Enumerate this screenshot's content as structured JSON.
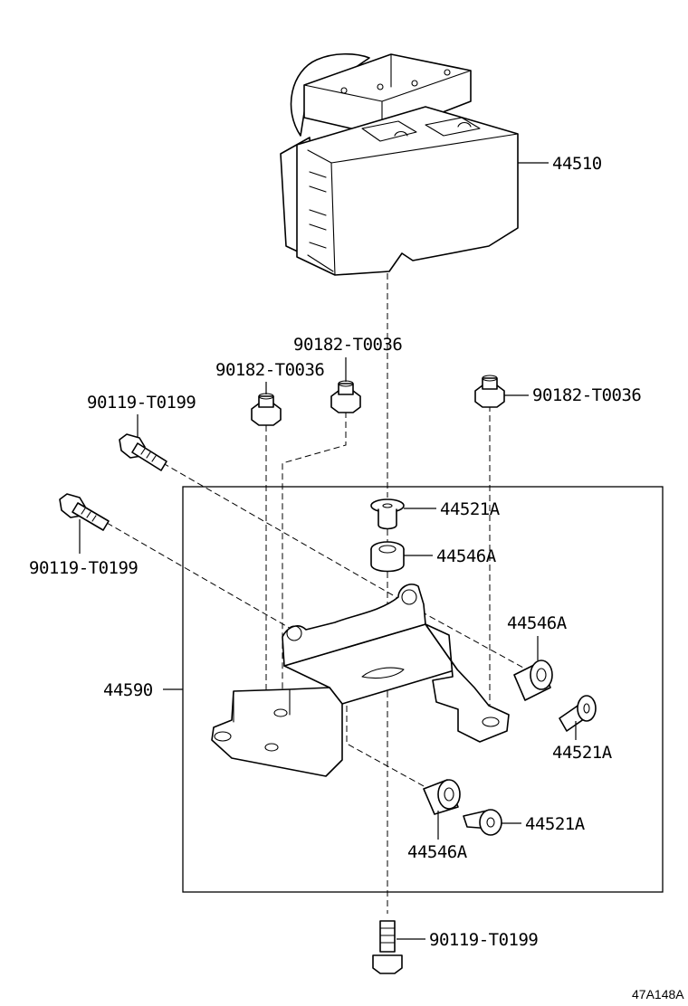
{
  "parts": [
    {
      "id": "abs-actuator",
      "number": "44510"
    },
    {
      "id": "nut-a",
      "number": "90182-T0036"
    },
    {
      "id": "nut-b",
      "number": "90182-T0036"
    },
    {
      "id": "nut-c",
      "number": "90182-T0036"
    },
    {
      "id": "bolt-a",
      "number": "90119-T0199"
    },
    {
      "id": "bolt-b",
      "number": "90119-T0199"
    },
    {
      "id": "bolt-c",
      "number": "90119-T0199"
    },
    {
      "id": "collar-a",
      "number": "44521A"
    },
    {
      "id": "collar-b",
      "number": "44521A"
    },
    {
      "id": "collar-c",
      "number": "44521A"
    },
    {
      "id": "cushion-a",
      "number": "44546A"
    },
    {
      "id": "cushion-b",
      "number": "44546A"
    },
    {
      "id": "cushion-c",
      "number": "44546A"
    },
    {
      "id": "bracket",
      "number": "44590"
    }
  ],
  "diagram_code": "47A148A"
}
